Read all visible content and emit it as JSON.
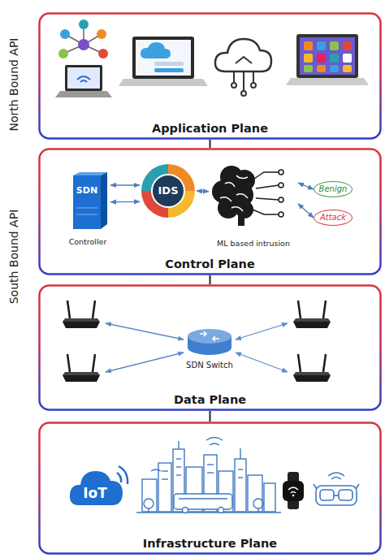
{
  "diagram": {
    "nodes": [
      {
        "text": [
          "Application Plane"
        ]
      },
      {
        "text": [
          "Control Plane"
        ]
      },
      {
        "text": [
          "SDN",
          "Controller"
        ],
        "in": 1
      },
      {
        "text": [
          "IDS"
        ],
        "in": 1
      },
      {
        "text": [
          "ML based intrusion"
        ],
        "in": 1
      },
      {
        "text": [
          "Benign"
        ],
        "in": 1
      },
      {
        "text": [
          "Attack"
        ],
        "in": 1
      },
      {
        "text": [
          "Data Plane"
        ]
      },
      {
        "text": [
          "SDN Switch"
        ],
        "in": 7
      },
      {
        "text": [
          "Infrastructure Plane"
        ]
      }
    ],
    "edges": [
      {
        "from": 0,
        "to": 1,
        "arrow": "none"
      },
      {
        "from": 1,
        "to": 7,
        "arrow": "none"
      },
      {
        "from": 7,
        "to": 9,
        "arrow": "none"
      },
      {
        "from": 2,
        "to": 3,
        "arrow": "both"
      },
      {
        "from": 2,
        "to": 3,
        "arrow": "both"
      },
      {
        "from": 3,
        "to": 4,
        "arrow": "both"
      },
      {
        "from": 4,
        "to": 5,
        "arrow": "both"
      },
      {
        "from": 4,
        "to": 6,
        "arrow": "both"
      }
    ],
    "labels": [
      "North Bound API",
      "South Bound API",
      "IoT"
    ]
  }
}
